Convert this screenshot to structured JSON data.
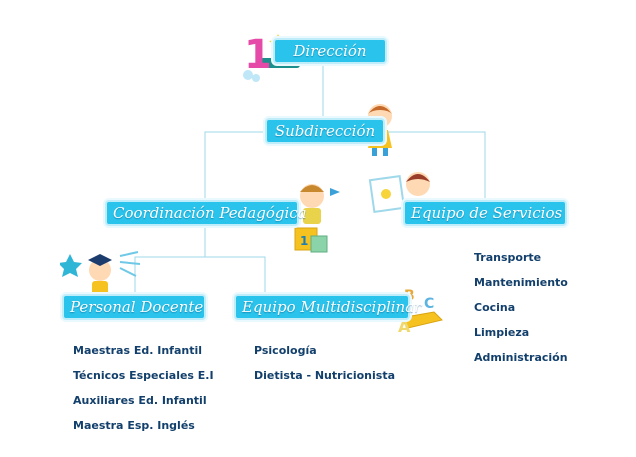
{
  "diagram": {
    "nodes": {
      "direccion": "Dirección",
      "subdireccion": "Subdirección",
      "coordinacion": "Coordinación Pedagógica",
      "equipo_servicios": "Equipo de Servicios",
      "personal_docente": "Personal Docente",
      "equipo_multi": "Equipo Multidisciplinar"
    },
    "logo_digit": "1",
    "lists": {
      "personal_docente": [
        "Maestras Ed. Infantil",
        "Técnicos Especiales E.I",
        "Auxiliares Ed. Infantil",
        "Maestra Esp. Inglés"
      ],
      "equipo_multi": [
        "Psicología",
        "Dietista - Nutricionista"
      ],
      "equipo_servicios": [
        "Transporte",
        "Mantenimiento",
        "Cocina",
        "Limpieza",
        "Administración"
      ]
    },
    "colors": {
      "node_fill": "#29c3ec",
      "connector": "#9fd8ea",
      "list_text": "#123f6b"
    },
    "icons": [
      "number-one-icon",
      "girl-icon",
      "boy-icon",
      "blocks-icon",
      "drawing-girl-icon",
      "abc-blocks-icon",
      "graduate-icon"
    ]
  }
}
